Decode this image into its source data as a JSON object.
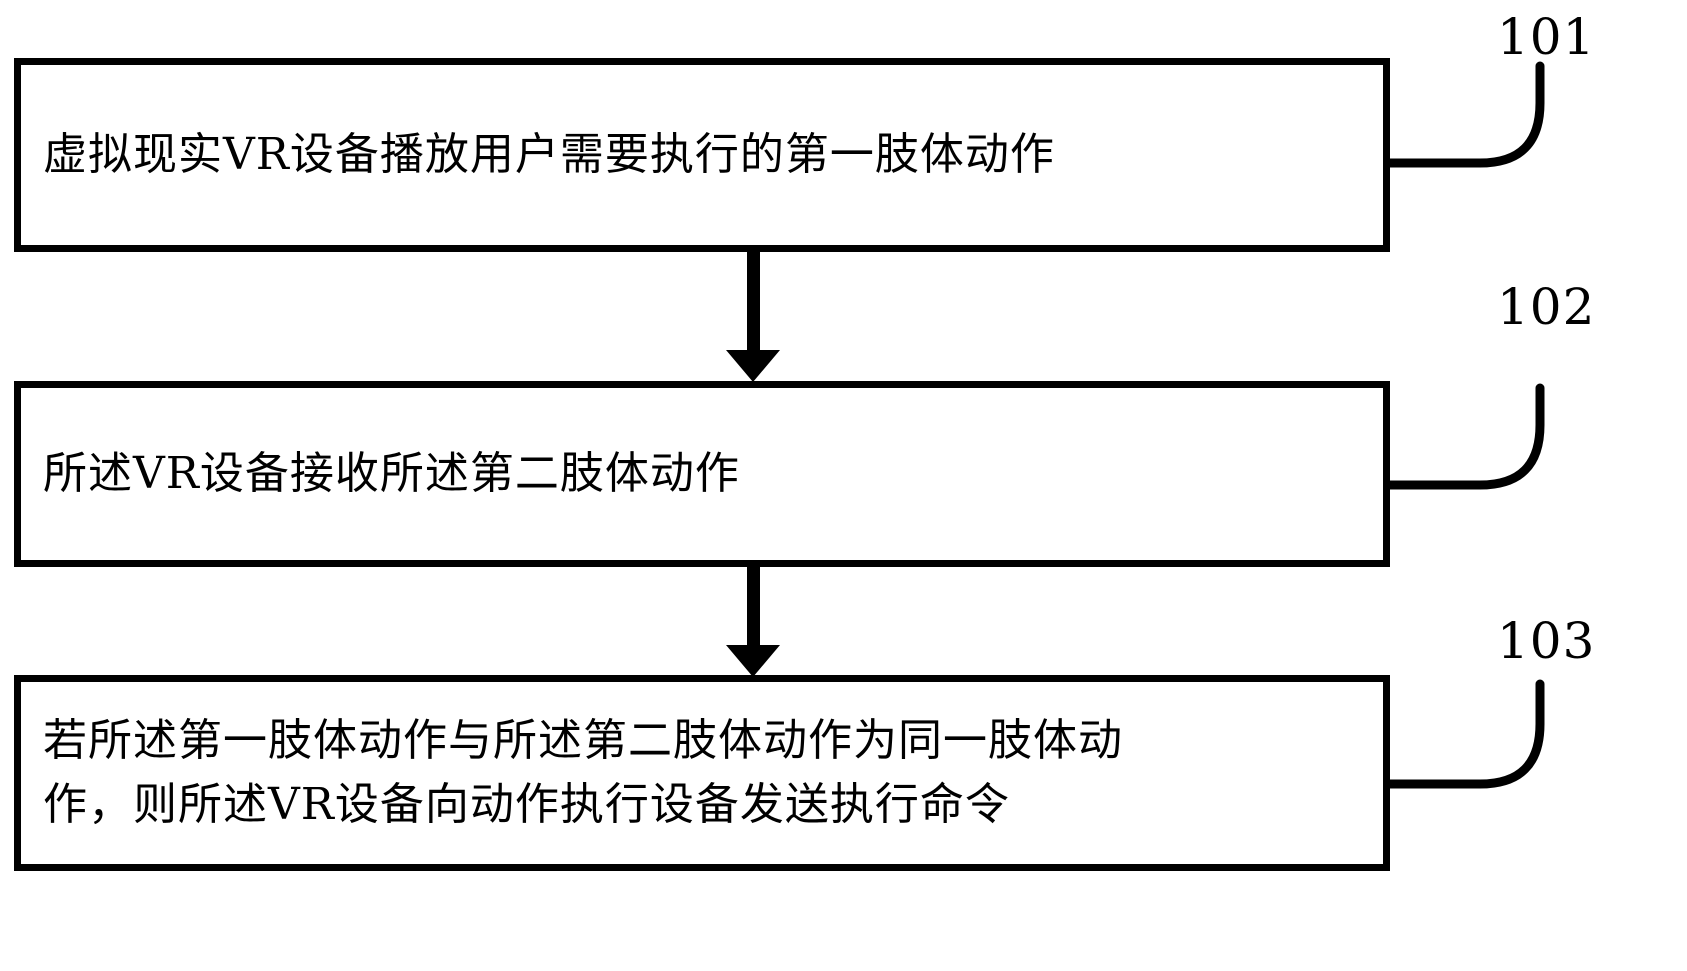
{
  "diagram": {
    "type": "flowchart",
    "language": "zh-CN",
    "orientation": "vertical",
    "background_color": "#ffffff",
    "line_color": "#000000",
    "steps": [
      {
        "number": "101",
        "lines": [
          "虚拟现实VR设备播放用户需要执行的第一肢体动作"
        ],
        "text": "虚拟现实VR设备播放用户需要执行的第一肢体动作"
      },
      {
        "number": "102",
        "lines": [
          "所述VR设备接收所述第二肢体动作"
        ],
        "text": "所述VR设备接收所述第二肢体动作"
      },
      {
        "number": "103",
        "lines": [
          "若所述第一肢体动作与所述第二肢体动作为同一肢体动",
          "作，则所述VR设备向动作执行设备发送执行命令"
        ],
        "text": "若所述第一肢体动作与所述第二肢体动作为同一肢体动作，则所述VR设备向动作执行设备发送执行命令"
      }
    ],
    "connectors": [
      {
        "from": "101",
        "to": "102",
        "style": "arrow-down"
      },
      {
        "from": "102",
        "to": "103",
        "style": "arrow-down"
      }
    ]
  }
}
